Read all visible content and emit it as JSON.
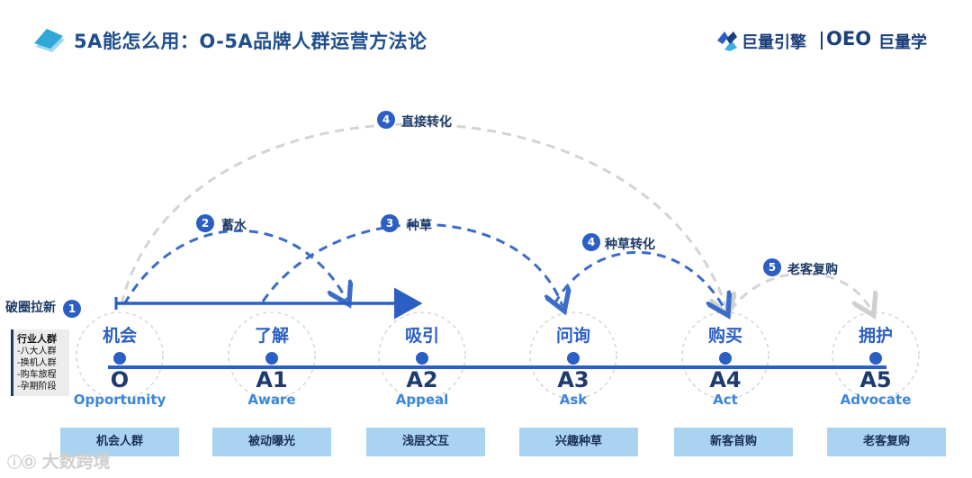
{
  "header": {
    "title": "5A能怎么用：O-5A品牌人群运营方法论",
    "brand_left": "巨量引擎",
    "brand_right_logo": "OEO",
    "brand_right": "巨量学"
  },
  "stages": [
    {
      "cn": "机会",
      "code": "O",
      "en": "Opportunity",
      "box": "机会人群"
    },
    {
      "cn": "了解",
      "code": "A1",
      "en": "Aware",
      "box": "被动曝光"
    },
    {
      "cn": "吸引",
      "code": "A2",
      "en": "Appeal",
      "box": "浅层交互"
    },
    {
      "cn": "问询",
      "code": "A3",
      "en": "Ask",
      "box": "兴趣种草"
    },
    {
      "cn": "购买",
      "code": "A4",
      "en": "Act",
      "box": "新客首购"
    },
    {
      "cn": "拥护",
      "code": "A5",
      "en": "Advocate",
      "box": "老客复购"
    }
  ],
  "steps": {
    "s1": {
      "num": "1",
      "label": "破圈拉新"
    },
    "s2": {
      "num": "2",
      "label": "蓄水"
    },
    "s3": {
      "num": "3",
      "label": "种草"
    },
    "s4a": {
      "num": "4",
      "label": "直接转化"
    },
    "s4b": {
      "num": "4",
      "label": "种草转化"
    },
    "s5": {
      "num": "5",
      "label": "老客复购"
    }
  },
  "industry": {
    "head": "行业人群",
    "items": [
      "-八大人群",
      "-换机人群",
      "-购车旅程",
      "-孕期阶段"
    ]
  },
  "watermark": "大数跨境",
  "colors": {
    "primary": "#2b5fc4",
    "dash_blue": "#3b6cc9",
    "dash_gray": "#cfcfcf",
    "box": "#a9d3f0"
  }
}
